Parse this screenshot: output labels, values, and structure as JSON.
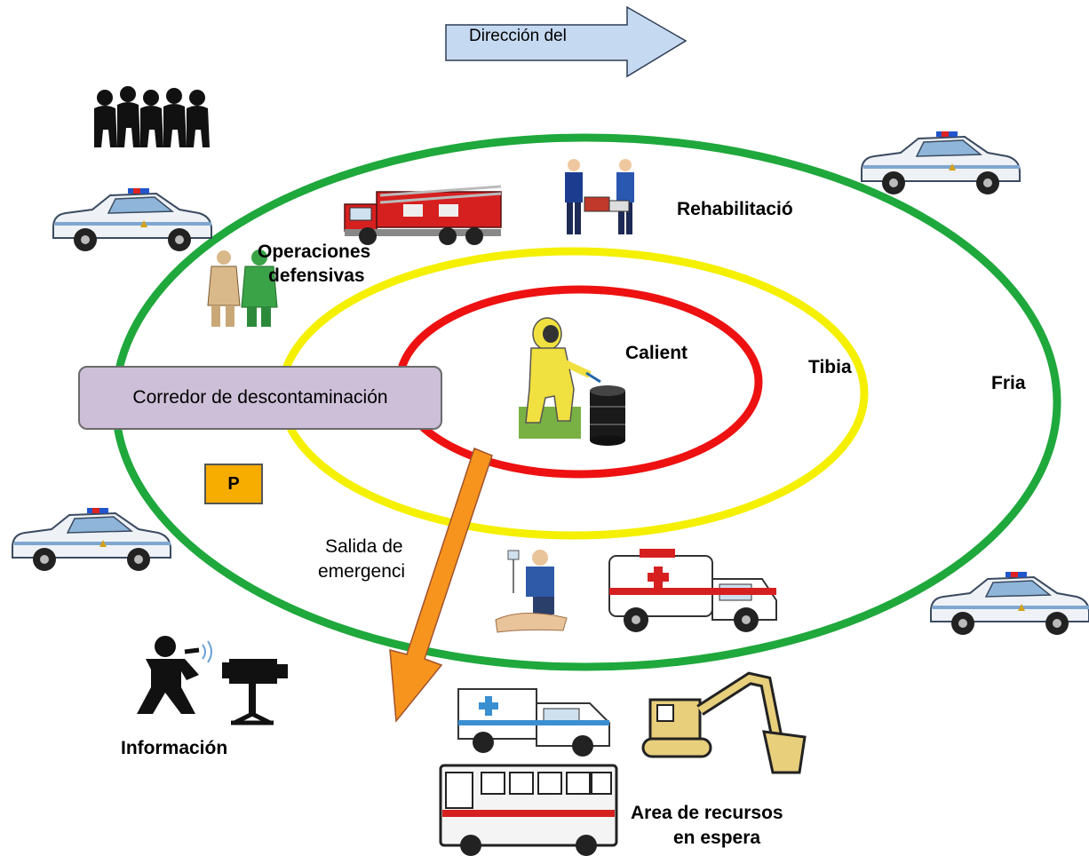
{
  "wind": {
    "label": "Dirección del"
  },
  "zones": {
    "hot": "Calient",
    "warm": "Tibia",
    "cold": "Fria"
  },
  "labels": {
    "rehab": "Rehabilitació",
    "defensive_line1": "Operaciones",
    "defensive_line2": "defensivas",
    "decon": "Corredor de descontaminación",
    "parking": "P",
    "exit_line1": "Salida de",
    "exit_line2": "emergenci",
    "info": "Información",
    "staging_line1": "Area de recursos",
    "staging_line2": "en espera"
  },
  "colors": {
    "hot_zone": "#ee1111",
    "warm_zone": "#f4f000",
    "cold_zone": "#1fa83c",
    "exit_arrow": "#f7941d",
    "wind_arrow": "#c5d9f1",
    "decon_box": "#cdbfd8",
    "parking_box": "#f7ac00"
  },
  "icons": [
    "crowd-icon",
    "police-car-icon",
    "fire-truck-icon",
    "paramedics-icon",
    "firefighters-icon",
    "hazmat-worker-icon",
    "barrel-icon",
    "medic-icon",
    "ambulance-icon",
    "reporter-icon",
    "tv-camera-icon",
    "bus-icon",
    "excavator-icon"
  ]
}
